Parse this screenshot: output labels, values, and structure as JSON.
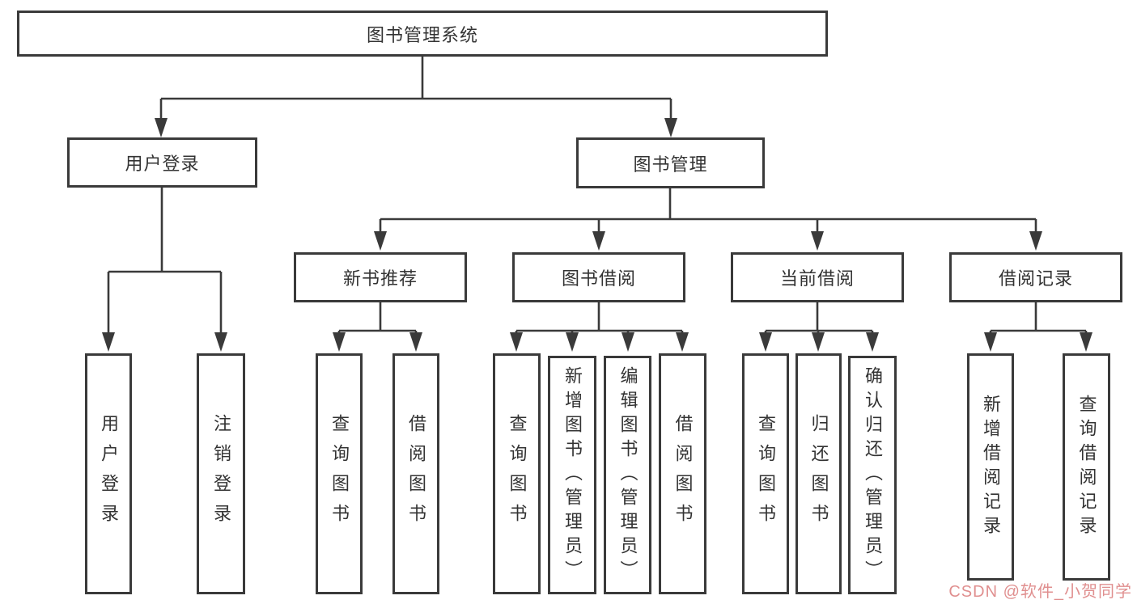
{
  "tree": {
    "root": {
      "label": "图书管理系统"
    },
    "branches": [
      {
        "label": "用户登录",
        "children": [
          {
            "label": "用户登录"
          },
          {
            "label": "注销登录"
          }
        ]
      },
      {
        "label": "图书管理",
        "groups": [
          {
            "label": "新书推荐",
            "children": [
              {
                "label": "查询图书"
              },
              {
                "label": "借阅图书"
              }
            ]
          },
          {
            "label": "图书借阅",
            "children": [
              {
                "label": "查询图书"
              },
              {
                "label": "新增图书（管理员）"
              },
              {
                "label": "编辑图书（管理员）"
              },
              {
                "label": "借阅图书"
              }
            ]
          },
          {
            "label": "当前借阅",
            "children": [
              {
                "label": "查询图书"
              },
              {
                "label": "归还图书"
              },
              {
                "label": "确认归还（管理员）"
              }
            ]
          },
          {
            "label": "借阅记录",
            "children": [
              {
                "label": "新增借阅记录"
              },
              {
                "label": "查询借阅记录"
              }
            ]
          }
        ]
      }
    ]
  },
  "watermark": {
    "text": "CSDN @软件_小贺同学",
    "color": "#e08f8f"
  },
  "colors": {
    "border": "#3a3a3a",
    "line": "#3a3a3a",
    "text": "#333333",
    "background": "#ffffff"
  }
}
